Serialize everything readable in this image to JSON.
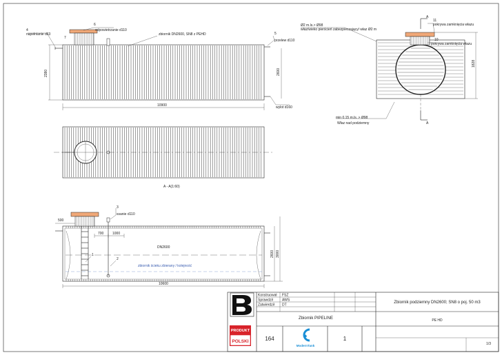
{
  "side_view": {
    "label_4": "4",
    "text_4": "napełnianie d63",
    "label_6": "6",
    "text_6": "odpowietrzanie d110",
    "text_pipe": "zbiornik DN2600, SN8 z PEHD",
    "label_5": "5",
    "text_5": "przelew d110",
    "text_wylot": "wylot d160",
    "dim_length": "10900",
    "dim_height": "2380",
    "dim_inner": "2600",
    "label_7": "7"
  },
  "end_view": {
    "text_top_a": "Ø2 m.ls.> Ø98",
    "text_top_b": "właz/wieko pierścień zabezpieczający/ właz Ø2 m",
    "label_11": "11",
    "text_11": "pokrywa zamknięcia włazu",
    "label_10": "10",
    "text_10": "pokrywa zamknięcia włazu",
    "text_bottom_a": "min 0.15 m.ls. > Ø98",
    "text_bottom_b": "Właz nad podziemny",
    "dim_height": "1828",
    "section_a": "A"
  },
  "plan_view": {
    "caption": "A - A(1:60)"
  },
  "section_view": {
    "label_3": "3",
    "text_3": "ssanie d110",
    "dim_500": "500",
    "dim_700": "700",
    "dim_1000": "1000",
    "center_label": "DN2600",
    "dim_2600": "2600",
    "dim_3000": "3000",
    "dim_length": "10600",
    "label_1": "1",
    "label_2": "2",
    "text_bottom": "zbiornik ścieku zbierany / kolejność"
  },
  "title_block": {
    "row1_label": "Konstruował",
    "row1_value": "FSZ",
    "row2_label": "Sprawdził",
    "row2_value": "AWS",
    "row3_label": "Zatwierdził",
    "row3_value": "DT",
    "title_main": "Zbiornik podziemny DN2600; SN8 o poj. 50 m3",
    "subtitle": "Zbiornik PIPELINE",
    "material": "PE HD",
    "number": "164",
    "brand": "ModernTank",
    "sheet": "1",
    "page": "1/3",
    "badge_top": "PRODUKT",
    "badge_bottom": "POLSKI",
    "colors": {
      "badge_red": "#d8232a",
      "brand_blue": "#1a8fd6",
      "drawing_orange": "#f0a878"
    }
  }
}
